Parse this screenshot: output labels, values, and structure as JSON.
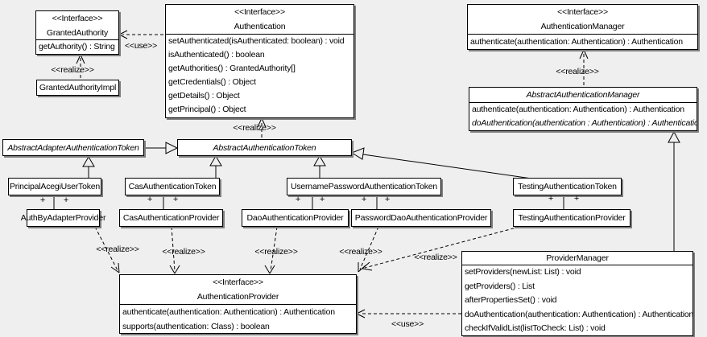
{
  "labels": {
    "use": "&lt;&lt;use&gt;&gt;",
    "use_text": "<<use>>",
    "realize_text": "<<realize>>",
    "plus": "+"
  },
  "colors": {
    "background": "#efefef",
    "box_fill": "#ffffff",
    "line": "#000000",
    "shadow": "#7e7e7e"
  },
  "classes": {
    "granted_authority": {
      "stereotype": "<<Interface>>",
      "name": "GrantedAuthority",
      "methods": [
        "getAuthority() : String"
      ]
    },
    "granted_authority_impl": {
      "name": "GrantedAuthorityImpl"
    },
    "authentication": {
      "stereotype": "<<Interface>>",
      "name": "Authentication",
      "methods": [
        "setAuthenticated(isAuthenticated: boolean) : void",
        "isAuthenticated() : boolean",
        "getAuthorities() : GrantedAuthority[]",
        "getCredentials() : Object",
        "getDetails() : Object",
        "getPrincipal() : Object"
      ]
    },
    "authentication_manager": {
      "stereotype": "<<Interface>>",
      "name": "AuthenticationManager",
      "methods": [
        "authenticate(authentication: Authentication) : Authentication"
      ]
    },
    "abstract_authentication_manager": {
      "name": "AbstractAuthenticationManager",
      "methods": [
        "authenticate(authentication: Authentication) : Authentication",
        "doAuthentication(authentication : Authentication) : Authentication"
      ]
    },
    "abstract_adapter_authentication_token": {
      "name": "AbstractAdapterAuthenticationToken"
    },
    "abstract_authentication_token": {
      "name": "AbstractAuthenticationToken"
    },
    "principal_acegi_user_token": {
      "name": "PrincipalAcegiUserToken"
    },
    "cas_authentication_token": {
      "name": "CasAuthenticationToken"
    },
    "username_password_authentication_token": {
      "name": "UsernamePasswordAuthenticationToken"
    },
    "testing_authentication_token": {
      "name": "TestingAuthenticationToken"
    },
    "auth_by_adapter_provider": {
      "name": "AuthByAdapterProvider"
    },
    "cas_authentication_provider": {
      "name": "CasAuthenticationProvider"
    },
    "dao_authentication_provider": {
      "name": "DaoAuthenticationProvider"
    },
    "password_dao_authentication_provider": {
      "name": "PasswordDaoAuthenticationProvider"
    },
    "testing_authentication_provider": {
      "name": "TestingAuthenticationProvider"
    },
    "authentication_provider": {
      "stereotype": "<<Interface>>",
      "name": "AuthenticationProvider",
      "methods": [
        "authenticate(authentication: Authentication) : Authentication",
        "supports(authentication: Class) : boolean"
      ]
    },
    "provider_manager": {
      "name": "ProviderManager",
      "methods": [
        "setProviders(newList: List) : void",
        "getProviders() : List",
        "afterPropertiesSet() : void",
        "doAuthentication(authentication: Authentication) : Authentication",
        "checkIfValidList(listToCheck: List) : void"
      ]
    }
  }
}
